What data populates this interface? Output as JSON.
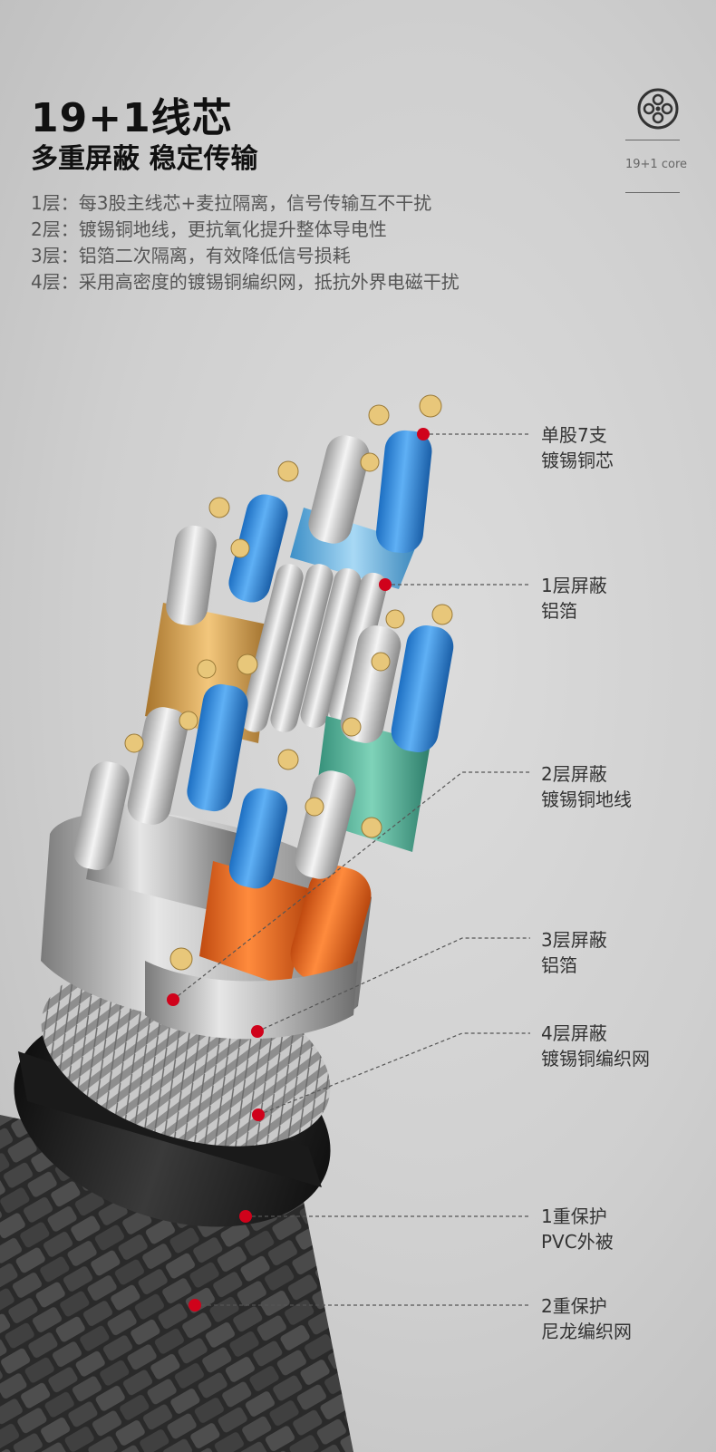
{
  "header": {
    "title": "19+1线芯",
    "subtitle": "多重屏蔽 稳定传输",
    "layers": [
      "1层：每3股主线芯+麦拉隔离，信号传输互不干扰",
      "2层：镀锡铜地线，更抗氧化提升整体导电性",
      "3层：铝箔二次隔离，有效降低信号损耗",
      "4层：采用高密度的镀锡铜编织网，抵抗外界电磁干扰"
    ]
  },
  "badge": {
    "icon": "cable-core-icon",
    "caption": "19+1 core"
  },
  "callouts": [
    {
      "line1": "单股7支",
      "line2": "镀锡铜芯"
    },
    {
      "line1": "1层屏蔽",
      "line2": "铝箔"
    },
    {
      "line1": "2层屏蔽",
      "line2": "镀锡铜地线"
    },
    {
      "line1": "3层屏蔽",
      "line2": "铝箔"
    },
    {
      "line1": "4层屏蔽",
      "line2": "镀锡铜编织网"
    },
    {
      "line1": "1重保护",
      "line2": "PVC外被"
    },
    {
      "line1": "2重保护",
      "line2": "尼龙编织网"
    }
  ],
  "colors": {
    "marker": "#d0021b",
    "blue_wire": "#2f8fe0",
    "orange_wire": "#f07a2a",
    "teal_foil": "#4fb39a",
    "gold_foil": "#e6b15e",
    "jacket": "#1e1e1e"
  }
}
